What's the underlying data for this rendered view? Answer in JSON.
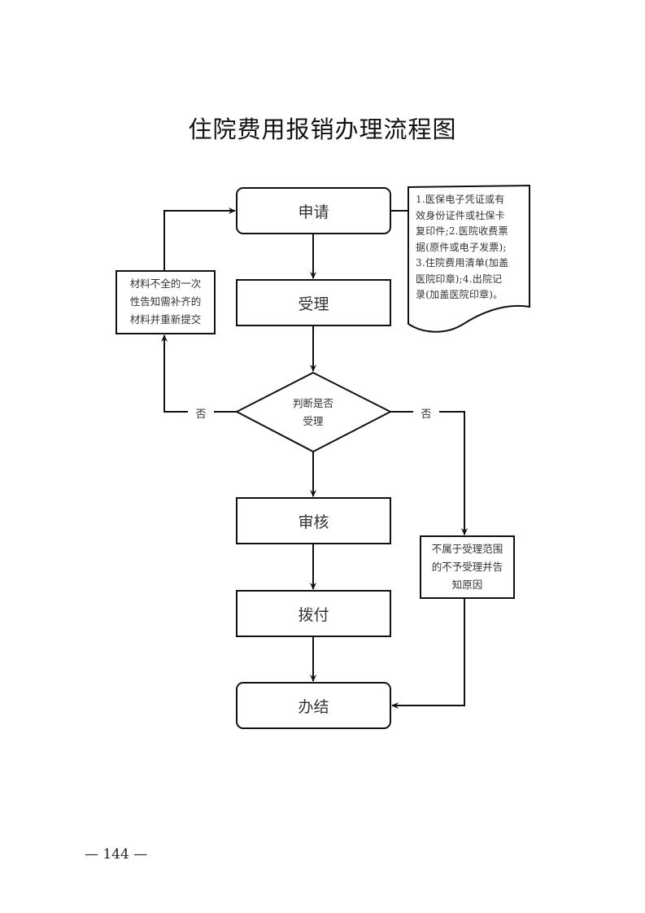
{
  "title": "住院费用报销办理流程图",
  "nodes": {
    "apply": "申请",
    "accept": "受理",
    "decision_line1": "判断是否",
    "decision_line2": "受理",
    "review": "审核",
    "payment": "拨付",
    "complete": "办结",
    "incomplete_line1": "材料不全的一次",
    "incomplete_line2": "性告知需补齐的",
    "incomplete_line3": "材料并重新提交",
    "reject_line1": "不属于受理范围",
    "reject_line2": "的不予受理并告",
    "reject_line3": "知原因"
  },
  "edges": {
    "left_no": "否",
    "right_no": "否"
  },
  "document_note": {
    "lines": [
      "1.医保电子凭证或有",
      "效身份证件或社保卡",
      "复印件;2.医院收费票",
      "据(原件或电子发票);",
      "3.住院费用清单(加盖",
      "医院印章);4.出院记",
      "录(加盖医院印章)。"
    ]
  },
  "page_number": "— 144 —"
}
